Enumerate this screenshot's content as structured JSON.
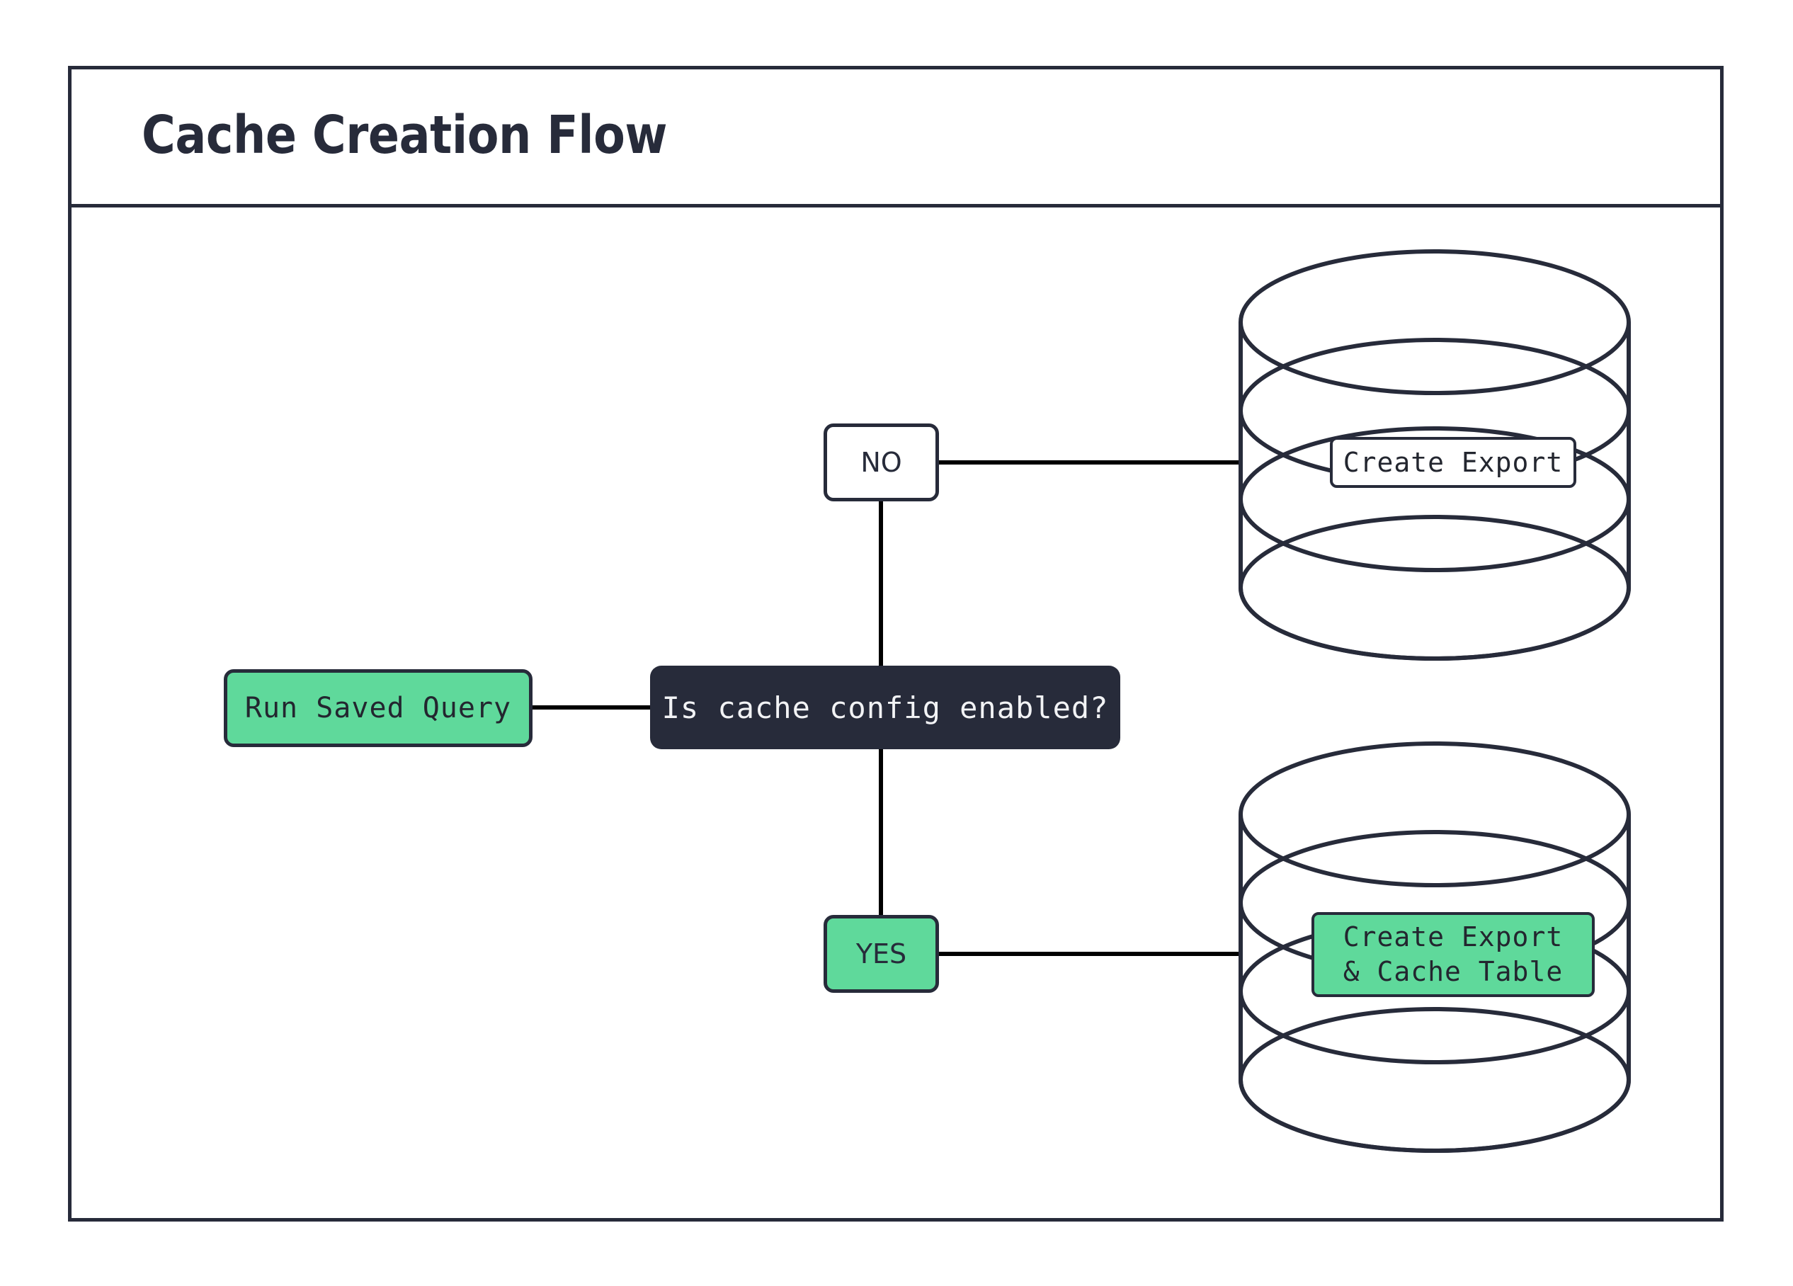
{
  "diagram": {
    "title": "Cache Creation Flow",
    "type": "flowchart",
    "colors": {
      "ink": "#272B3A",
      "accent_green": "#5FD99B",
      "decision_fill": "#272B3A",
      "decision_text": "#F2F3F5",
      "canvas": "#ffffff"
    },
    "nodes": [
      {
        "id": "run-saved-query",
        "label": "Run Saved Query",
        "shape": "rounded-rect",
        "fill": "#5FD99B",
        "role": "process"
      },
      {
        "id": "cache-config-decision",
        "label": "Is cache config enabled?",
        "shape": "rounded-rect",
        "fill": "#272B3A",
        "role": "decision"
      },
      {
        "id": "branch-no",
        "label": "NO",
        "shape": "rounded-rect",
        "fill": "#ffffff",
        "role": "branch-label"
      },
      {
        "id": "branch-yes",
        "label": "YES",
        "shape": "rounded-rect",
        "fill": "#5FD99B",
        "role": "branch-label"
      },
      {
        "id": "database-export",
        "label": "Create Export",
        "shape": "cylinder",
        "fill": "#ffffff",
        "role": "datastore"
      },
      {
        "id": "database-export-cache",
        "label": "Create Export\n& Cache Table",
        "shape": "cylinder",
        "fill": "#5FD99B",
        "role": "datastore"
      }
    ],
    "edges": [
      {
        "from": "run-saved-query",
        "to": "cache-config-decision",
        "label": ""
      },
      {
        "from": "cache-config-decision",
        "to": "branch-no",
        "label": ""
      },
      {
        "from": "cache-config-decision",
        "to": "branch-yes",
        "label": ""
      },
      {
        "from": "branch-no",
        "to": "database-export",
        "label": ""
      },
      {
        "from": "branch-yes",
        "to": "database-export-cache",
        "label": ""
      }
    ]
  }
}
